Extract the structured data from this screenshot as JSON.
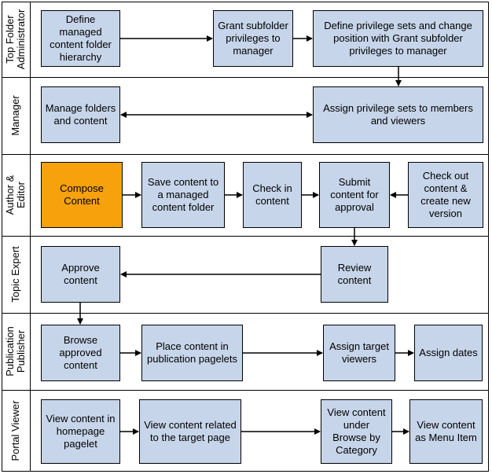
{
  "lanes": [
    {
      "label": "Top Folder\nAdministrator"
    },
    {
      "label": "Manager"
    },
    {
      "label": "Author &\nEditor"
    },
    {
      "label": "Topic Expert"
    },
    {
      "label": "Publication\nPublisher"
    },
    {
      "label": "Portal Viewer"
    }
  ],
  "boxes": {
    "define_hierarchy": "Define\nmanaged\ncontent folder\nhierarchy",
    "grant_subfolder": "Grant subfolder\nprivileges to\nmanager",
    "define_privilege_sets": "Define privilege sets and change\nposition with Grant subfolder\nprivileges to manager",
    "manage_folders": "Manage folders\nand content",
    "assign_privilege_sets": "Assign privilege sets to members\nand viewers",
    "compose_content": "Compose\nContent",
    "save_content": "Save content to\na managed\ncontent folder",
    "check_in": "Check in\ncontent",
    "submit_content": "Submit\ncontent for\napproval",
    "check_out": "Check out\ncontent &\ncreate new\nversion",
    "approve_content": "Approve content",
    "review_content": "Review\ncontent",
    "browse_approved": "Browse\napproved\ncontent",
    "place_content": "Place content in\npublication pagelets",
    "assign_viewers": "Assign target\nviewers",
    "assign_dates": "Assign dates",
    "view_homepage": "View content in\nhomepage\npagelet",
    "view_related": "View content related\nto the target page",
    "view_browse": "View content\nunder\nBrowse by\nCategory",
    "view_menu": "View content\nas Menu Item"
  },
  "colors": {
    "box_fill": "#c7d5ea",
    "highlight_fill": "#f7a10c",
    "line": "#000000"
  }
}
